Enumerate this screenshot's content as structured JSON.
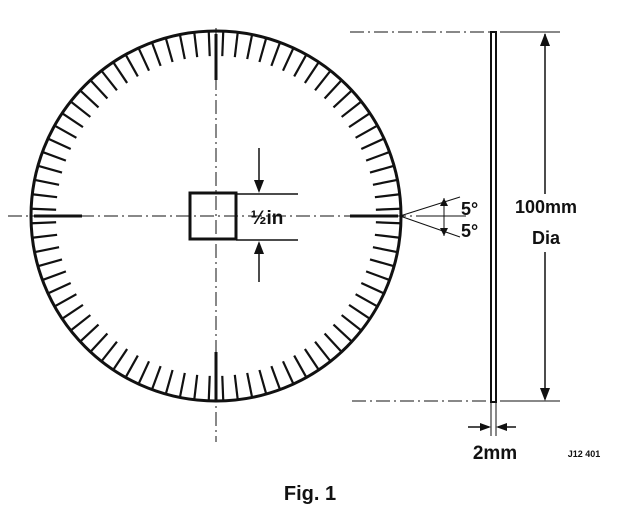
{
  "labels": {
    "hole_size": "½in",
    "angle_upper": "5°",
    "angle_lower": "5°",
    "diameter_value": "100mm",
    "diameter_unit": "Dia",
    "thickness": "2mm",
    "drawing_ref": "J12 401",
    "caption": "Fig. 1"
  },
  "disc": {
    "tooth_count": 80,
    "tooth_angle_deg": 5
  },
  "colors": {
    "ink": "#111111",
    "paper": "#ffffff"
  }
}
